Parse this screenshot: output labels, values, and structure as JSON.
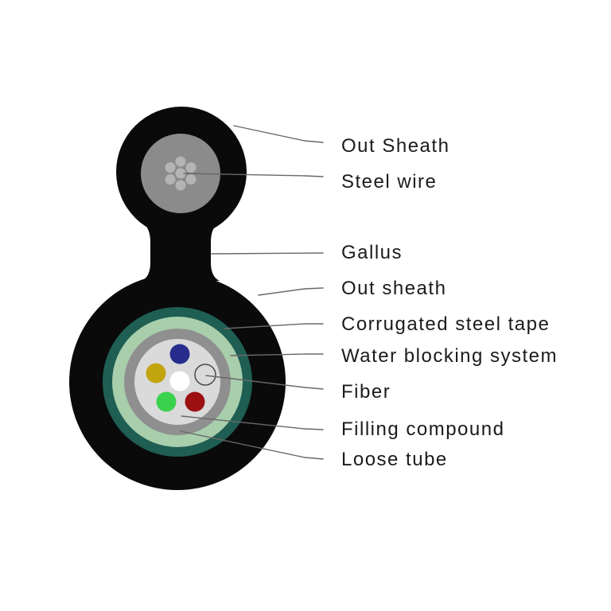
{
  "background": "#ffffff",
  "style": {
    "leader_line_color": "#686868",
    "label_text_color": "#1b1b1b",
    "annotation_circle_color": "#4a4a4a"
  },
  "cable": {
    "top_section": {
      "out_sheath": {
        "label": "Out Sheath",
        "color": "#0a0a0a"
      },
      "steel_wire": {
        "label": "Steel wire",
        "area_color": "#8b8b8b",
        "wire_color": "#b4b4b4",
        "wire_count": 7
      }
    },
    "gallus": {
      "label": "Gallus",
      "color": "#0a0a0a"
    },
    "bottom_section": {
      "out_sheath": {
        "label": "Out sheath",
        "color": "#0a0a0a"
      },
      "corrugated_steel_tape": {
        "label": "Corrugated steel tape",
        "color": "#1e5e53"
      },
      "water_blocking_system": {
        "label": "Water blocking system",
        "color": "#a8ceac"
      },
      "loose_tube": {
        "label": "Loose tube",
        "color": "#8f8f8f"
      },
      "filling_compound": {
        "label": "Filling compound",
        "color": "#dadada"
      },
      "fiber": {
        "label": "Fiber"
      },
      "fibers": [
        {
          "name": "blue-fiber",
          "color": "#272d8d"
        },
        {
          "name": "yellow-fiber",
          "color": "#c2a40f"
        },
        {
          "name": "white-fiber",
          "color": "#ffffff"
        },
        {
          "name": "green-fiber",
          "color": "#3ad14d"
        },
        {
          "name": "red-fiber",
          "color": "#9c1012"
        }
      ]
    }
  }
}
